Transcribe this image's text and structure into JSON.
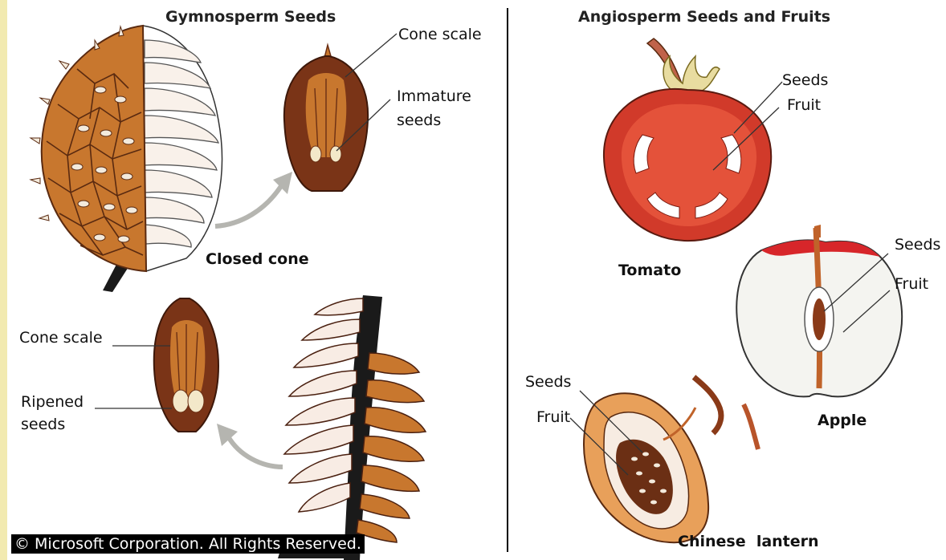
{
  "gymnosperm": {
    "title": "Gymnosperm Seeds",
    "closed_cone_caption": "Closed cone",
    "top_labels": {
      "cone_scale": "Cone scale",
      "immature_seeds_line1": "Immature",
      "immature_seeds_line2": "seeds"
    },
    "bottom_labels": {
      "cone_scale": "Cone scale",
      "ripened_seeds_line1": "Ripened",
      "ripened_seeds_line2": "seeds"
    }
  },
  "angiosperm": {
    "title": "Angiosperm Seeds and Fruits",
    "tomato": {
      "caption": "Tomato",
      "seeds": "Seeds",
      "fruit": "Fruit"
    },
    "apple": {
      "caption": "Apple",
      "seeds": "Seeds",
      "fruit": "Fruit"
    },
    "lantern": {
      "caption": "Chinese  lantern",
      "seeds": "Seeds",
      "fruit": "Fruit"
    }
  },
  "copyright": "© Microsoft Corporation. All Rights Reserved.",
  "colors": {
    "cone_brown": "#c8772e",
    "dark_brown": "#6b2f14",
    "scale_cream": "#f7ece2",
    "tomato_red": "#d13a2a",
    "tomato_flesh": "#e4523a",
    "apple_red": "#d7262a",
    "apple_flesh": "#f4f4f0",
    "arrow_gray": "#b5b5b0",
    "page_edge": "#f2eab0"
  }
}
